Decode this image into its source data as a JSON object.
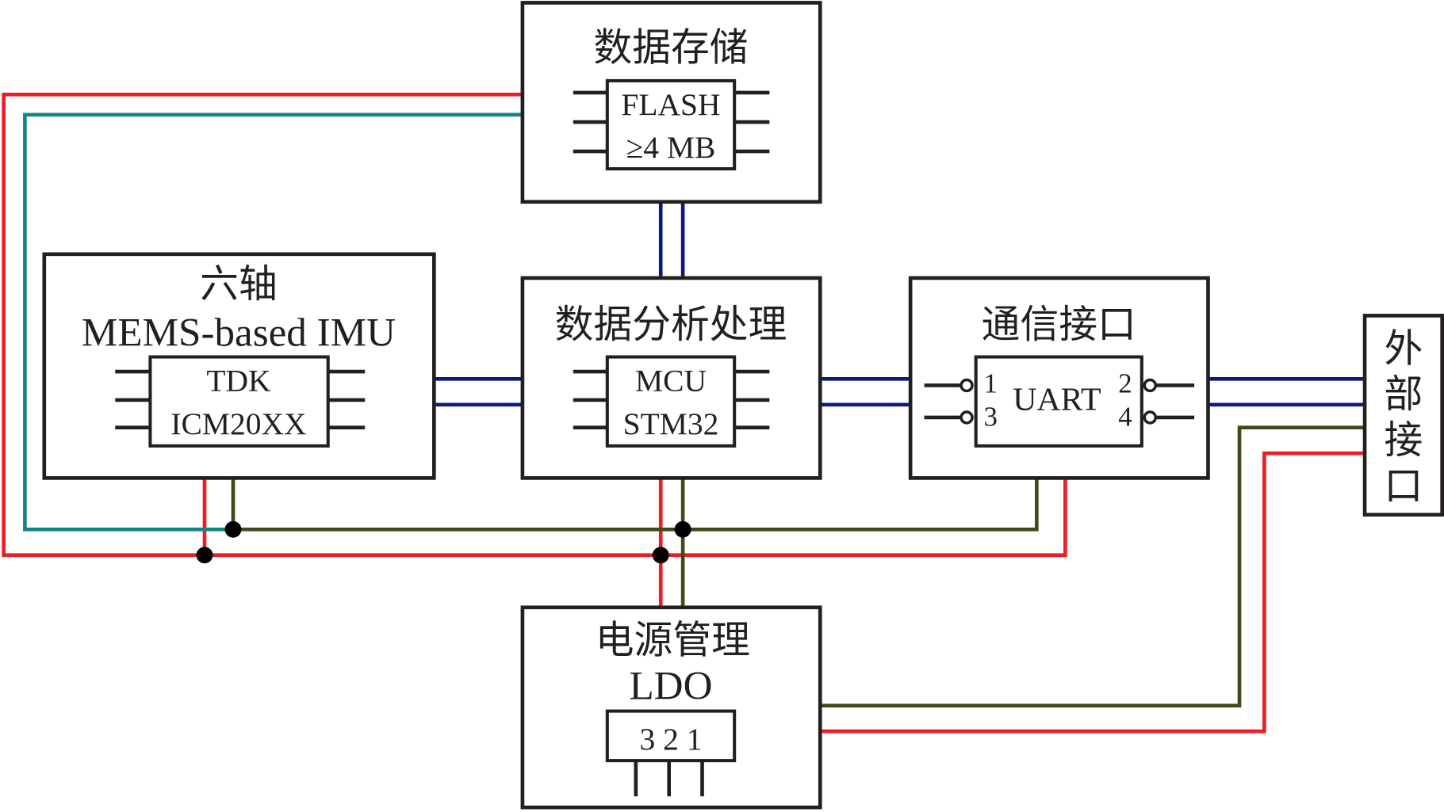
{
  "storage": {
    "title": "数据存储",
    "chip_line1": "FLASH",
    "chip_line2": "≥4 MB"
  },
  "imu": {
    "title_line1": "六轴",
    "title_line2": "MEMS-based IMU",
    "chip_line1": "TDK",
    "chip_line2": "ICM20XX"
  },
  "mcu": {
    "title": "数据分析处理",
    "chip_line1": "MCU",
    "chip_line2": "STM32"
  },
  "comm": {
    "title": "通信接口",
    "chip_label": "UART",
    "pins": [
      "1",
      "2",
      "3",
      "4"
    ]
  },
  "external": {
    "title_chars": [
      "外",
      "部",
      "接",
      "口"
    ]
  },
  "power": {
    "title": "电源管理",
    "subtitle": "LDO",
    "pins_label": "3 2 1"
  },
  "colors": {
    "data_bus": "#0c1a7e",
    "power": "#ee1c24",
    "ground": "#3f4a17",
    "signal": "#138585"
  }
}
